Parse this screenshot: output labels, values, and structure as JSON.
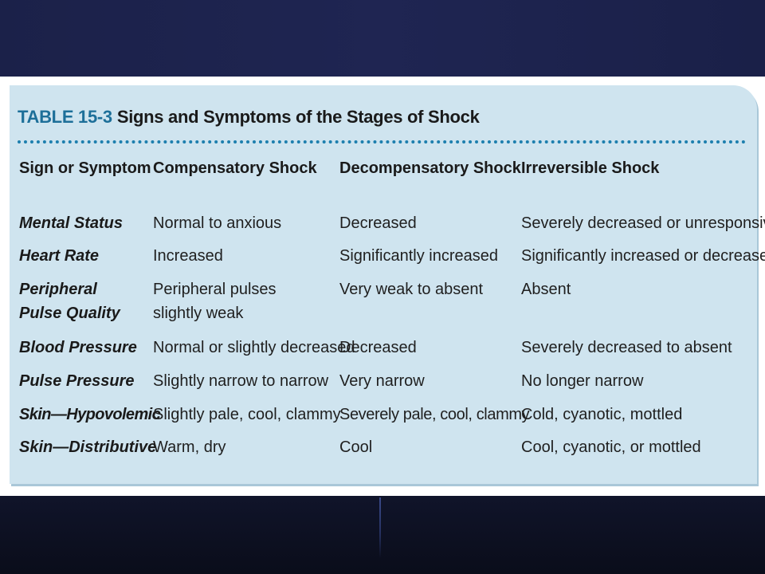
{
  "table": {
    "number": "TABLE 15-3",
    "title": "Signs and Symptoms of the Stages of Shock",
    "columns": [
      "Sign or Symptom",
      "Compensatory Shock",
      "Decompensatory Shock",
      "Irreversible Shock"
    ],
    "rows": [
      [
        "Mental Status",
        "Normal to anxious",
        "Decreased",
        "Severely decreased or unresponsive"
      ],
      [
        "Heart Rate",
        "Increased",
        "Significantly increased",
        "Significantly increased or decreased"
      ],
      [
        "Peripheral Pulse Quality",
        "Peripheral pulses slightly weak",
        "Very weak to absent",
        "Absent"
      ],
      [
        "Blood Pressure",
        "Normal or slightly decreased",
        "Decreased",
        "Severely decreased to absent"
      ],
      [
        "Pulse Pressure",
        "Slightly narrow to narrow",
        "Very narrow",
        "No longer narrow"
      ],
      [
        "Skin—Hypovolemic",
        "Slightly pale, cool, clammy",
        "Severely pale, cool, clammy",
        "Cold, cyanotic, mottled"
      ],
      [
        "Skin—Distributive",
        "Warm, dry",
        "Cool",
        "Cool, cyanotic, or mottled"
      ]
    ]
  },
  "colors": {
    "top_band": "#1f2552",
    "bottom_band": "#0b0f1c",
    "table_background": "#cfe4ef",
    "table_number": "#1d6f99",
    "dotted_rule": "#1d7fae"
  }
}
